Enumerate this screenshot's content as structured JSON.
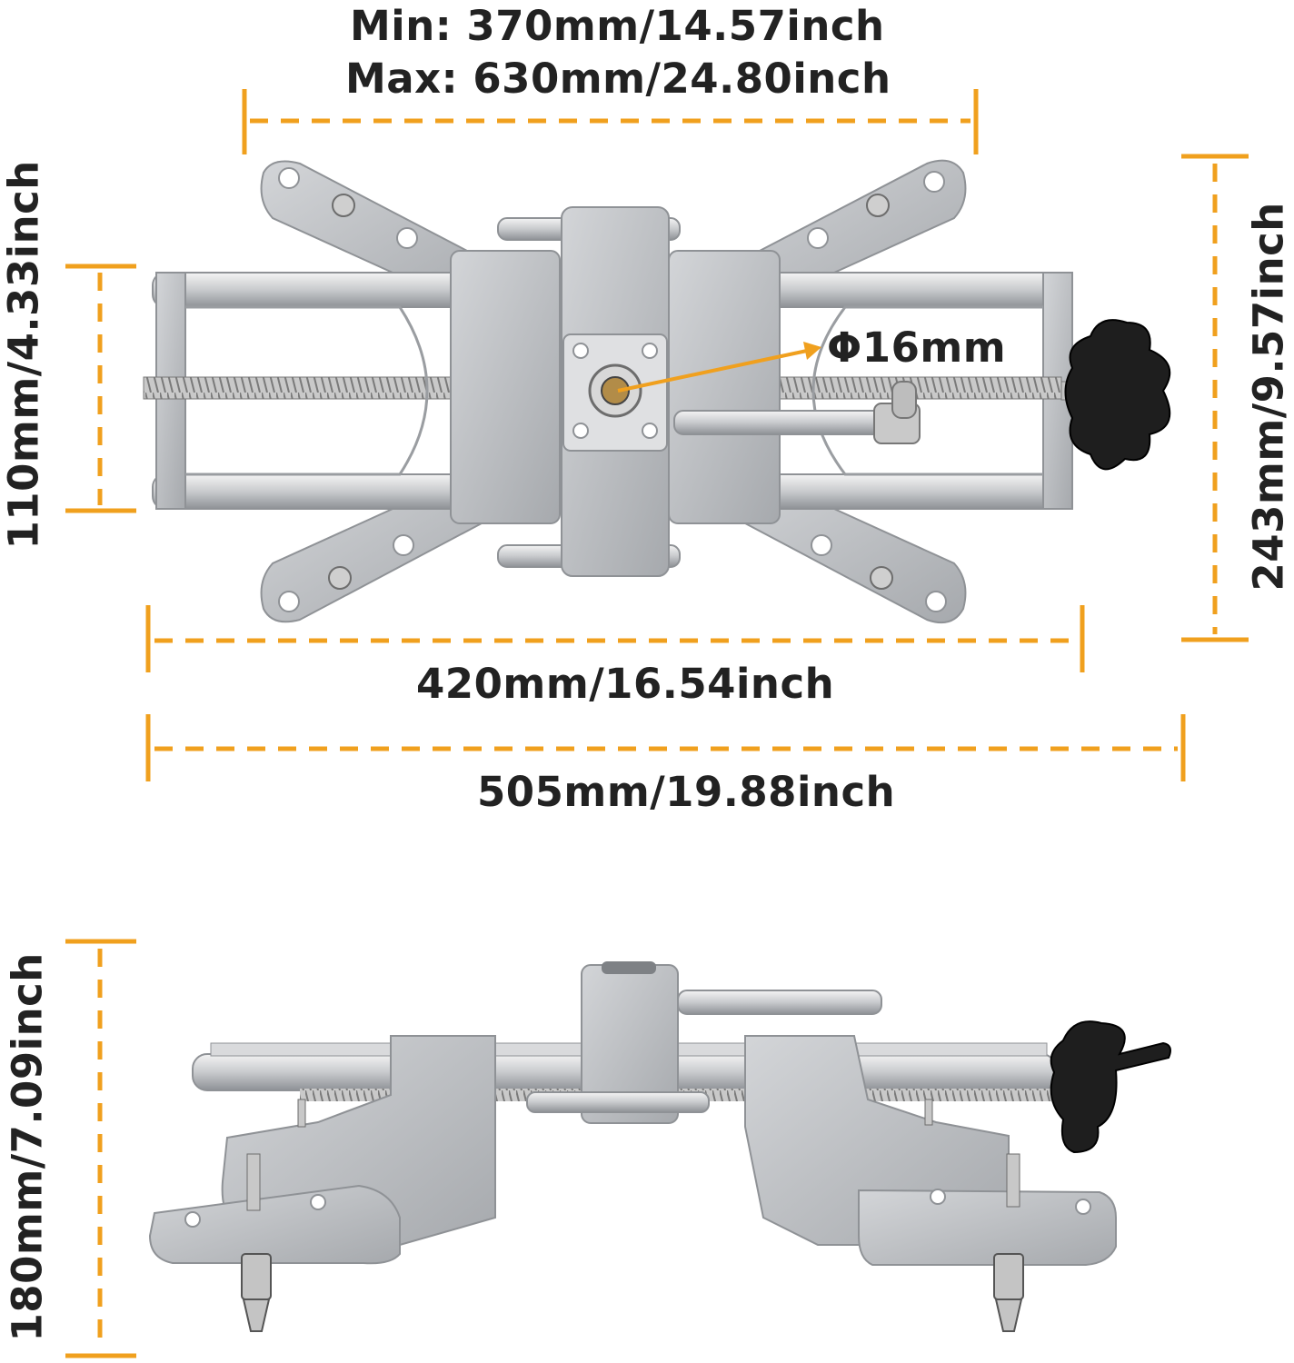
{
  "dimensions": {
    "min_width": "Min: 370mm/14.57inch",
    "max_width": "Max: 630mm/24.80inch",
    "bar_span": "110mm/4.33inch",
    "total_height": "243mm/9.57inch",
    "diameter": "Φ16mm",
    "inner_length": "420mm/16.54inch",
    "overall_length": "505mm/19.88inch",
    "side_height": "180mm/7.09inch"
  },
  "colors": {
    "accent": "#F0A01E",
    "text": "#222222",
    "metal": "#B9BCC0",
    "knob": "#1E1E1E"
  },
  "icons": {
    "product_top": "wheel-clamp-top-view",
    "product_side": "wheel-clamp-side-view"
  }
}
